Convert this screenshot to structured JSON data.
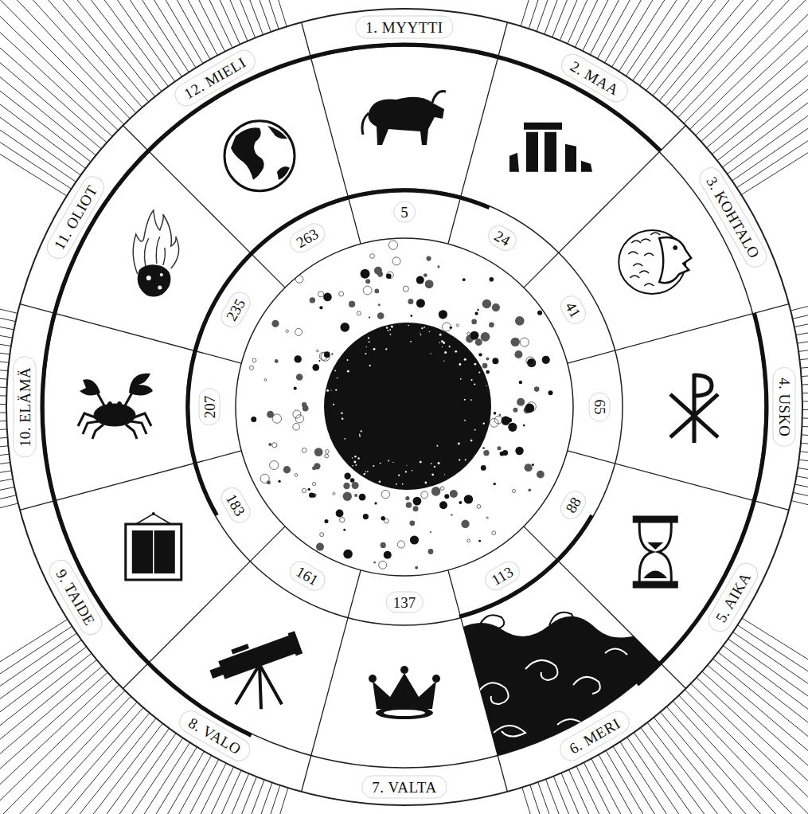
{
  "diagram": {
    "labels": [
      "1. MYYTTI",
      "2. MAA",
      "3. KOHTALO",
      "4. USKO",
      "5. AIKA",
      "6. MERI",
      "7. VALTA",
      "8. VALO",
      "9. TAIDE",
      "10. ELÄMÄ",
      "11. OLIOT",
      "12. MIELI",
      "5",
      "24",
      "41",
      "65",
      "88",
      "113",
      "137",
      "161",
      "183",
      "207",
      "235",
      "263"
    ]
  }
}
